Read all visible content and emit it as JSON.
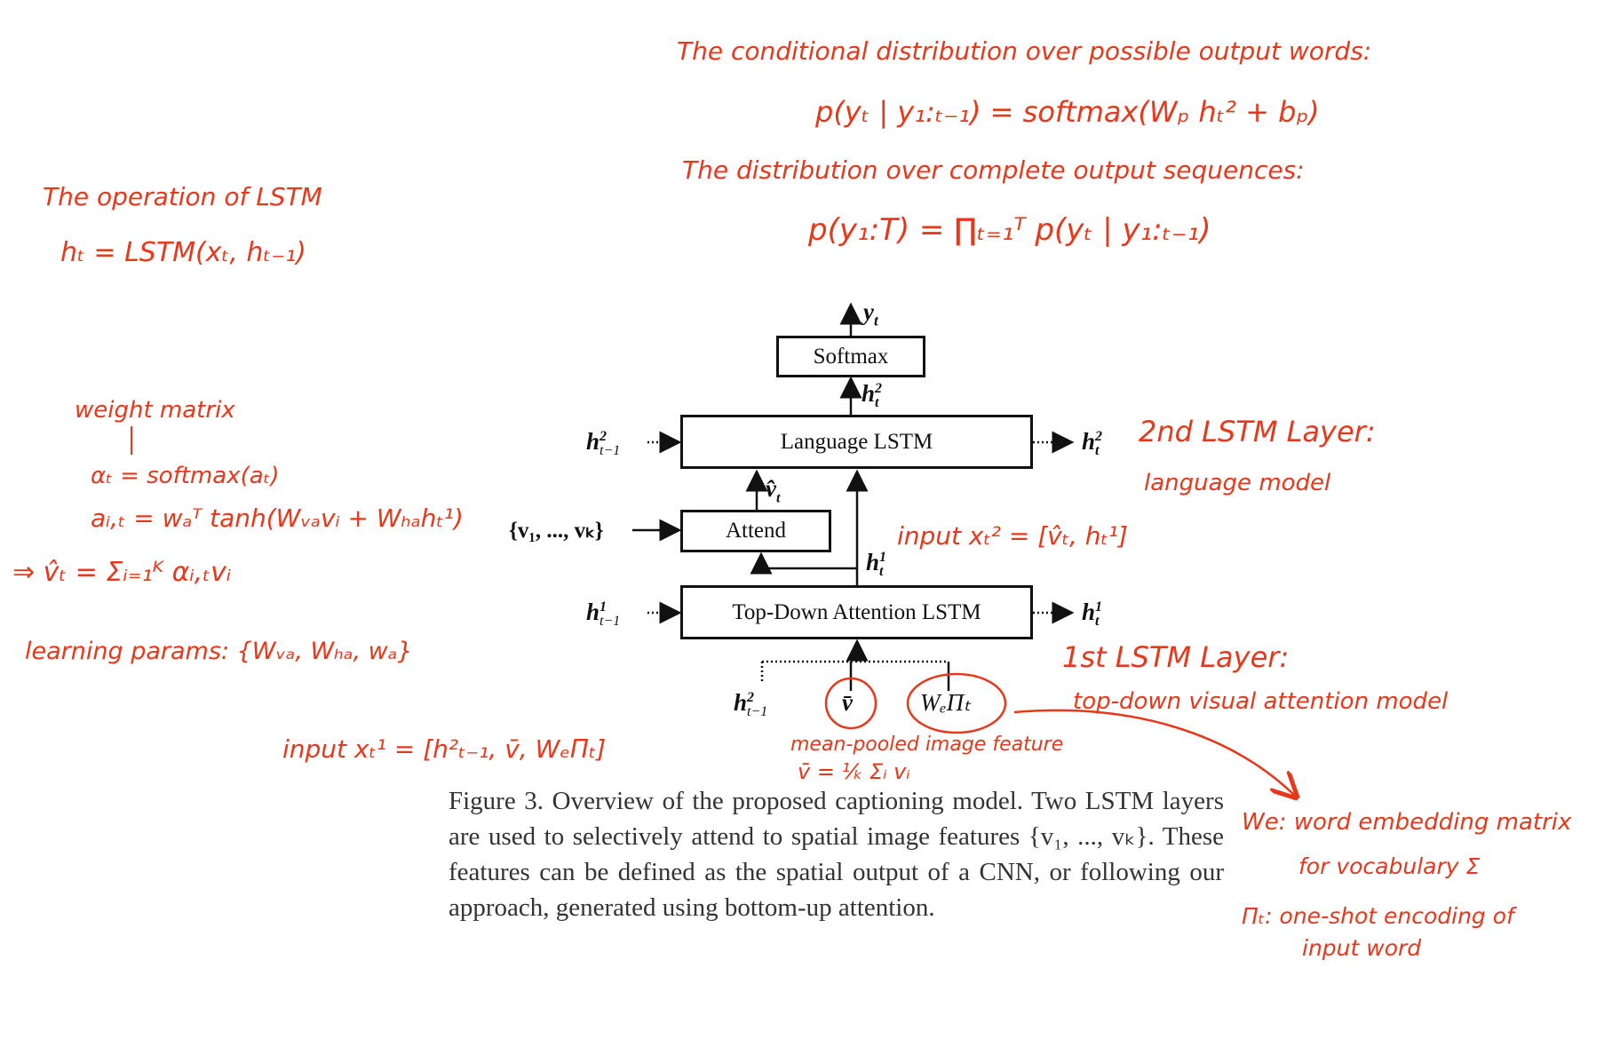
{
  "notes": {
    "cond_title": "The conditional distribution over possible output words:",
    "cond_formula": "p(yₜ | y₁:ₜ₋₁) = softmax(Wₚ hₜ² + bₚ)",
    "seq_title": "The distribution over complete output sequences:",
    "seq_formula": "p(y₁:T) = ∏ₜ₌₁ᵀ p(yₜ | y₁:ₜ₋₁)",
    "lstm_title": "The operation of LSTM",
    "lstm_formula": "hₜ = LSTM(xₜ, hₜ₋₁)",
    "weight_matrix": "weight matrix",
    "alpha_eq": "αₜ = softmax(aₜ)",
    "a_eq": "aᵢ,ₜ = wₐᵀ tanh(Wᵥₐvᵢ + Wₕₐhₜ¹)",
    "vhat_eq": "⇒  v̂ₜ = Σᵢ₌₁ᴷ αᵢ,ₜvᵢ",
    "learning_params": "learning params: {Wᵥₐ, Wₕₐ, wₐ}",
    "input1": "input xₜ¹ = [h²ₜ₋₁, v̄, WₑΠₜ]",
    "input2": "input xₜ² = [v̂ₜ, hₜ¹]",
    "layer2_title": "2nd LSTM Layer:",
    "layer2_sub": "language model",
    "layer1_title": "1st LSTM Layer:",
    "layer1_sub": "top-down visual attention model",
    "mean_pooled": "mean-pooled image feature",
    "vbar_eq": "v̄ = ¹⁄ₖ Σᵢ vᵢ",
    "we_def_1": "We: word embedding matrix",
    "we_def_2": "for vocabulary Σ",
    "pi_def_1": "Πₜ: one-shot encoding of",
    "pi_def_2": "input word"
  },
  "diagram": {
    "softmax_label": "Softmax",
    "language_lstm_label": "Language LSTM",
    "attend_label": "Attend",
    "topdown_lstm_label": "Top-Down Attention LSTM",
    "y_t": "y",
    "h2_t": "h",
    "h2_tm1_left": "h",
    "h2_t_right": "h",
    "vhat_t": "v̂",
    "v_set": "{v₁, ..., vₖ}",
    "h1_t_mid": "h",
    "h1_tm1_left": "h",
    "h1_t_right": "h",
    "h2_tm1_bottom": "h",
    "vbar": "v̄",
    "we_pi": "WₑΠₜ"
  },
  "caption": "Figure 3. Overview of the proposed captioning model. Two LSTM layers are used to selectively attend to spatial image features {v₁, ..., vₖ}. These features can be defined as the spatial output of a CNN, or following our approach, generated using bottom-up attention."
}
